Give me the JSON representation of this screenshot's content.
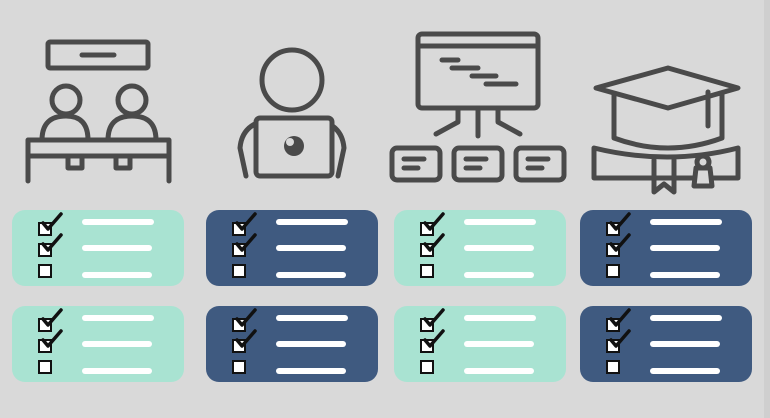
{
  "colors": {
    "background": "#d9d9d9",
    "mint": "#a9e3d2",
    "navy": "#3f5a80",
    "icon_stroke": "#4a4a4a"
  },
  "icons": [
    {
      "name": "classroom-icon"
    },
    {
      "name": "online-learner-icon"
    },
    {
      "name": "presentation-board-icon"
    },
    {
      "name": "graduation-cap-icon"
    }
  ],
  "checklists": {
    "rows": 2,
    "columns": 4,
    "items_per_card": 3,
    "checked_per_card": 2,
    "card_colors": [
      "mint",
      "navy",
      "mint",
      "navy"
    ]
  }
}
